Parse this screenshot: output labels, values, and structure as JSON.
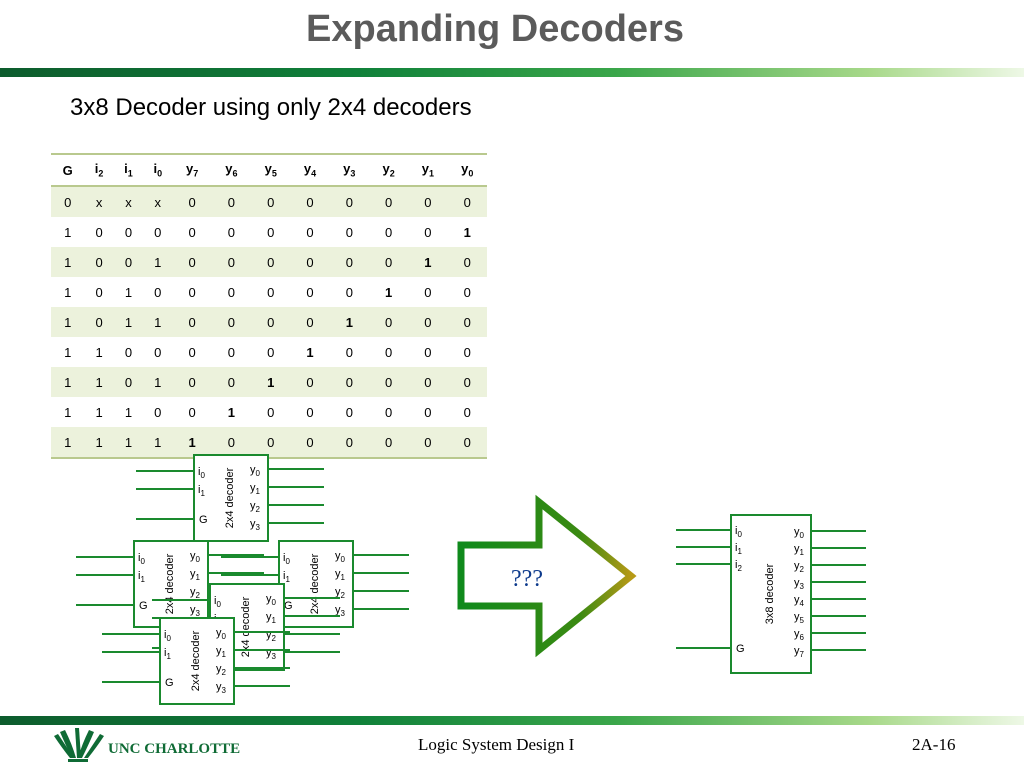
{
  "slide": {
    "title": "Expanding Decoders",
    "subtitle": "3x8 Decoder using only 2x4 decoders"
  },
  "truth_table": {
    "headers": [
      {
        "base": "G",
        "sub": ""
      },
      {
        "base": "i",
        "sub": "2"
      },
      {
        "base": "i",
        "sub": "1"
      },
      {
        "base": "i",
        "sub": "0"
      },
      {
        "base": "y",
        "sub": "7"
      },
      {
        "base": "y",
        "sub": "6"
      },
      {
        "base": "y",
        "sub": "5"
      },
      {
        "base": "y",
        "sub": "4"
      },
      {
        "base": "y",
        "sub": "3"
      },
      {
        "base": "y",
        "sub": "2"
      },
      {
        "base": "y",
        "sub": "1"
      },
      {
        "base": "y",
        "sub": "0"
      }
    ],
    "rows": [
      [
        "0",
        "x",
        "x",
        "x",
        "0",
        "0",
        "0",
        "0",
        "0",
        "0",
        "0",
        "0"
      ],
      [
        "1",
        "0",
        "0",
        "0",
        "0",
        "0",
        "0",
        "0",
        "0",
        "0",
        "0",
        "1"
      ],
      [
        "1",
        "0",
        "0",
        "1",
        "0",
        "0",
        "0",
        "0",
        "0",
        "0",
        "1",
        "0"
      ],
      [
        "1",
        "0",
        "1",
        "0",
        "0",
        "0",
        "0",
        "0",
        "0",
        "1",
        "0",
        "0"
      ],
      [
        "1",
        "0",
        "1",
        "1",
        "0",
        "0",
        "0",
        "0",
        "1",
        "0",
        "0",
        "0"
      ],
      [
        "1",
        "1",
        "0",
        "0",
        "0",
        "0",
        "0",
        "1",
        "0",
        "0",
        "0",
        "0"
      ],
      [
        "1",
        "1",
        "0",
        "1",
        "0",
        "0",
        "1",
        "0",
        "0",
        "0",
        "0",
        "0"
      ],
      [
        "1",
        "1",
        "1",
        "0",
        "0",
        "1",
        "0",
        "0",
        "0",
        "0",
        "0",
        "0"
      ],
      [
        "1",
        "1",
        "1",
        "1",
        "1",
        "0",
        "0",
        "0",
        "0",
        "0",
        "0",
        "0"
      ]
    ],
    "highlight_color": "#ecf2dc"
  },
  "decoder_2x4": {
    "label": "2x4 decoder",
    "inputs": [
      "i0",
      "i1"
    ],
    "enable": "G",
    "outputs": [
      "y0",
      "y1",
      "y2",
      "y3"
    ]
  },
  "decoder_3x8": {
    "label": "3x8 decoder",
    "inputs": [
      "i0",
      "i1",
      "i2"
    ],
    "enable": "G",
    "outputs": [
      "y0",
      "y1",
      "y2",
      "y3",
      "y4",
      "y5",
      "y6",
      "y7"
    ]
  },
  "arrow": {
    "label": "???"
  },
  "footer": {
    "logo_text": "UNC CHARLOTTE",
    "course": "Logic System Design I",
    "page": "2A-16"
  },
  "colors": {
    "accent_green": "#0f7a34",
    "box_green": "#1a8a2e",
    "arrow_text": "#0d3a8c"
  }
}
